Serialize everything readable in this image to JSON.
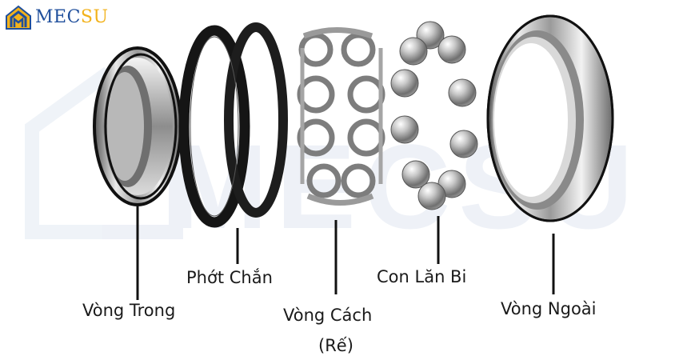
{
  "brand": {
    "name_part1": "MEC",
    "name_part2": "SU",
    "color_primary": "#1f4f9c",
    "color_accent": "#f2b21b"
  },
  "watermark": {
    "text": "MECSU"
  },
  "parts": [
    {
      "id": "inner-ring",
      "label": "Vòng Trong",
      "icon": "inner-ring-icon"
    },
    {
      "id": "seal",
      "label": "Phớt Chắn",
      "icon": "seal-icon"
    },
    {
      "id": "cage",
      "label": "Vòng Cách",
      "sublabel": "(Rế)",
      "icon": "cage-icon"
    },
    {
      "id": "balls",
      "label": "Con Lăn Bi",
      "icon": "balls-icon"
    },
    {
      "id": "outer-ring",
      "label": "Vòng Ngoài",
      "icon": "outer-ring-icon"
    }
  ]
}
